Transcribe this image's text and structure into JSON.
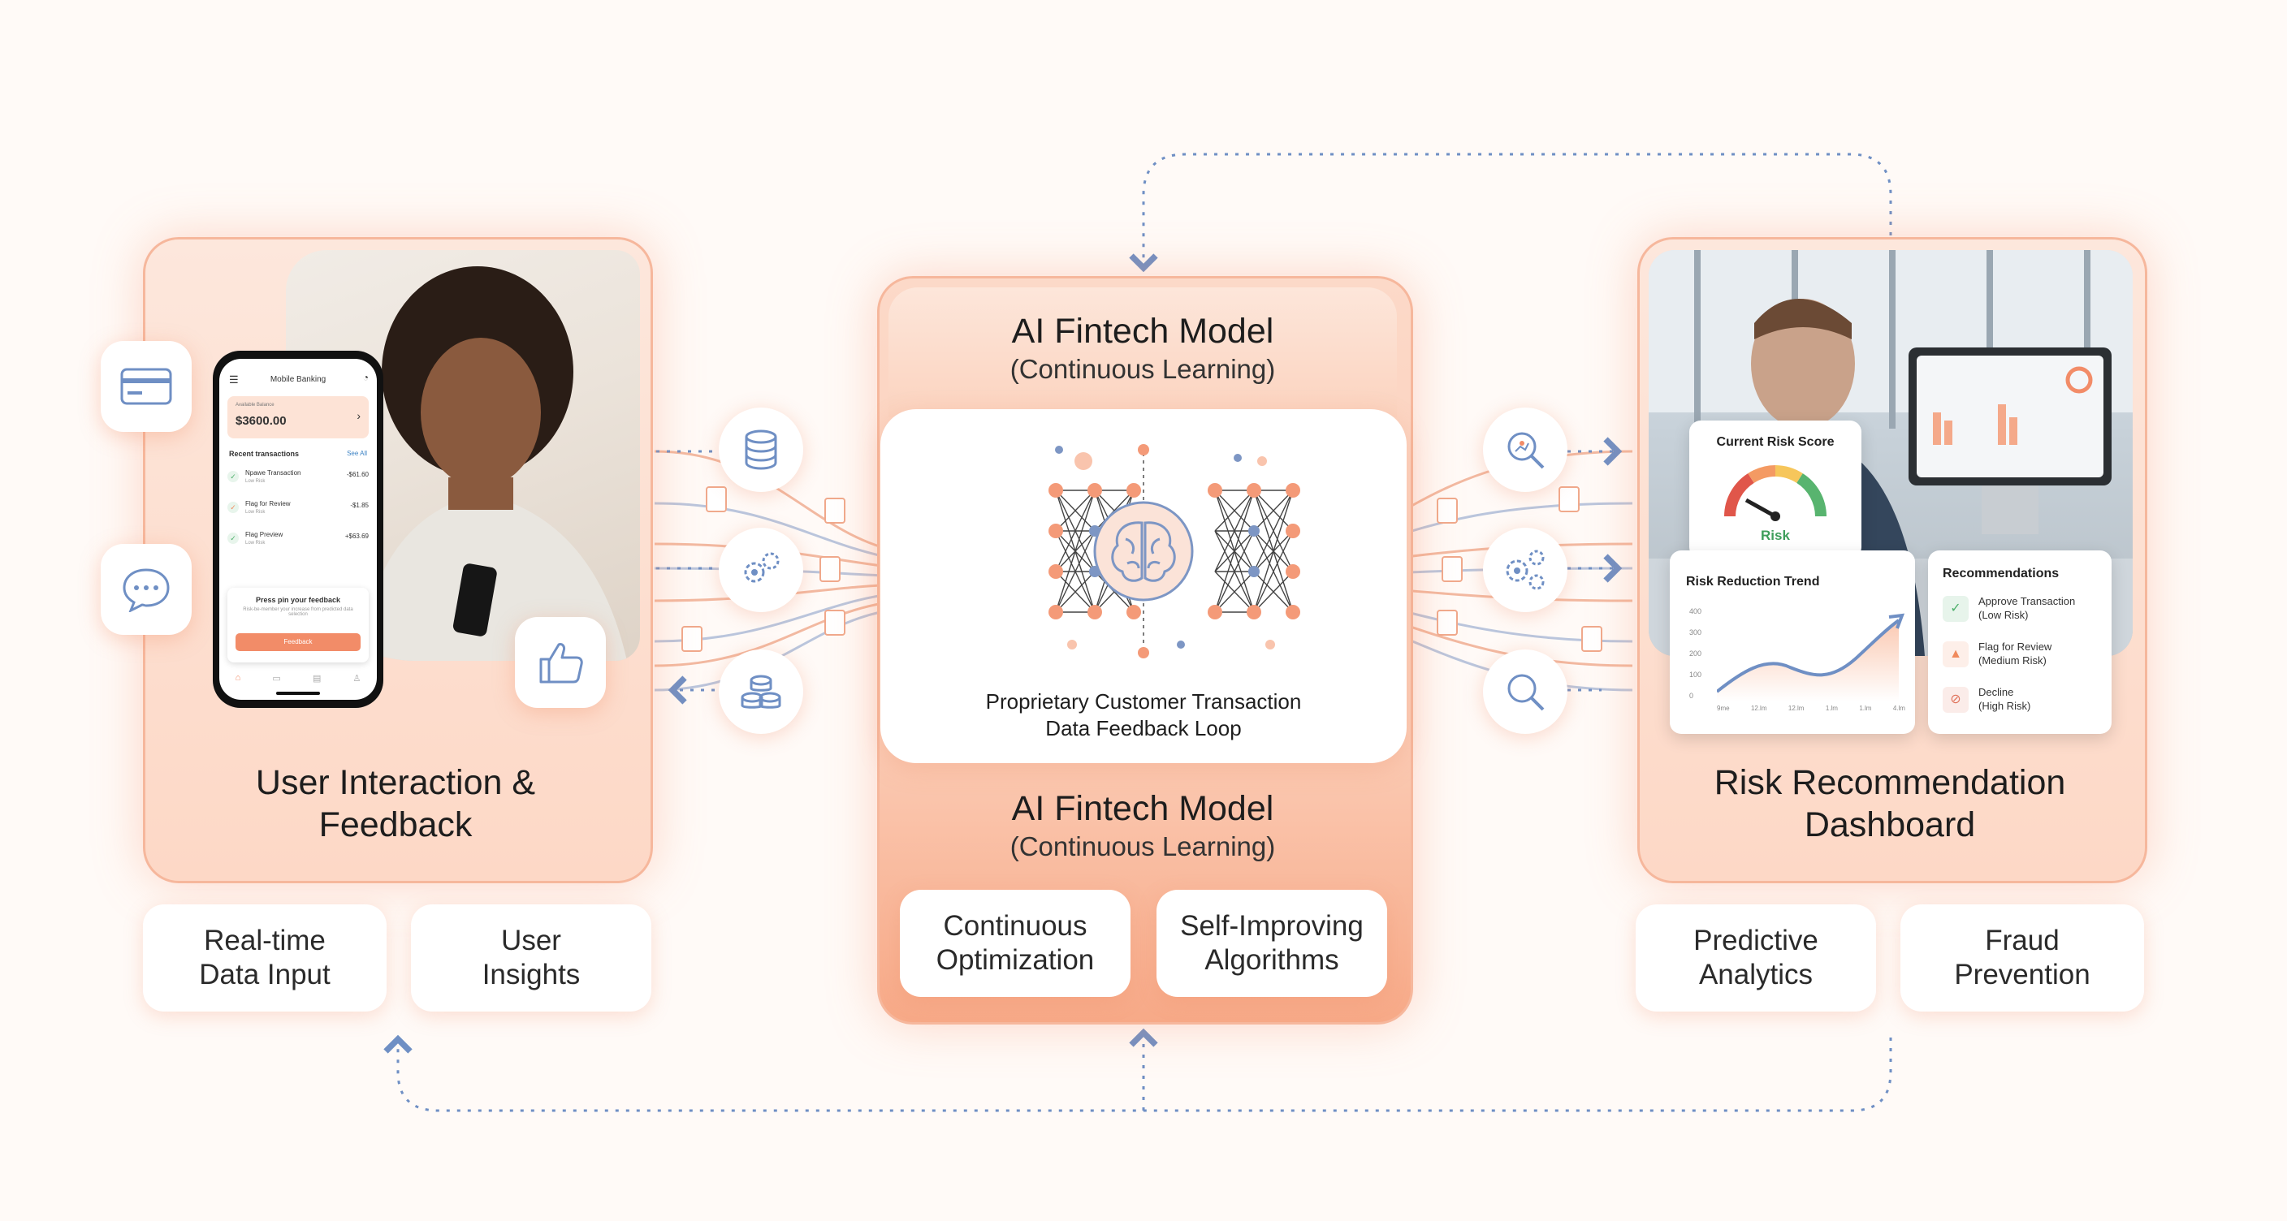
{
  "colors": {
    "accent": "#f28c68",
    "peach": "#fdd9c8",
    "loop": "#6f8fc4",
    "text": "#1d1d1d"
  },
  "left_panel": {
    "title": "User Interaction &\nFeedback",
    "pills": [
      "Real-time\nData Input",
      "User\nInsights"
    ],
    "side_icons": [
      "credit-card-icon",
      "chat-bubble-icon",
      "thumbs-up-icon"
    ],
    "phone": {
      "app_title": "Mobile Banking",
      "balance_label": "Available Balance",
      "balance": "$3600.00",
      "recent_label": "Recent transactions",
      "see_all": "See All",
      "transactions": [
        {
          "name": "Npawe Transaction",
          "sub": "Low Risk",
          "amount": "-$61.60"
        },
        {
          "name": "Flag for Review",
          "sub": "Low Risk",
          "amount": "-$1.85"
        },
        {
          "name": "Flag Preview",
          "sub": "Low Risk",
          "amount": "+$63.69"
        }
      ],
      "prompt_title": "Press pin your feedback",
      "prompt_sub": "Risk-be-member your increase from predicted data selection",
      "feedback_button": "Feedback"
    }
  },
  "center_panel": {
    "top_title": "AI Fintech Model",
    "top_subtitle": "(Continuous Learning)",
    "loop_caption": "Proprietary Customer Transaction\nData Feedback Loop",
    "bottom_title": "AI Fintech Model",
    "bottom_subtitle": "(Continuous Learning)",
    "pills": [
      "Continuous\nOptimization",
      "Self-Improving\nAlgorithms"
    ]
  },
  "right_panel": {
    "title": "Risk Recommendation\nDashboard",
    "pills": [
      "Predictive\nAnalytics",
      "Fraud\nPrevention"
    ],
    "risk_score": {
      "title": "Current Risk Score",
      "label": "Risk"
    },
    "trend": {
      "title": "Risk Reduction Trend",
      "y_ticks": [
        "400",
        "300",
        "200",
        "100",
        "0"
      ],
      "x_ticks": [
        "9me",
        "12.lm",
        "12.lm",
        "1.lm",
        "1.lm",
        "4.lm"
      ]
    },
    "recommendations": {
      "title": "Recommendations",
      "items": [
        {
          "text": "Approve Transaction\n(Low Risk)",
          "color": "#4caf6a"
        },
        {
          "text": "Flag for Review\n(Medium Risk)",
          "color": "#f08a5d"
        },
        {
          "text": "Decline\n(High Risk)",
          "color": "#e0725a"
        }
      ]
    }
  },
  "flow_icons": {
    "left": [
      "database-icon",
      "gear-icon",
      "coins-icon"
    ],
    "right": [
      "analytics-search-icon",
      "gear-icon",
      "search-icon"
    ]
  }
}
